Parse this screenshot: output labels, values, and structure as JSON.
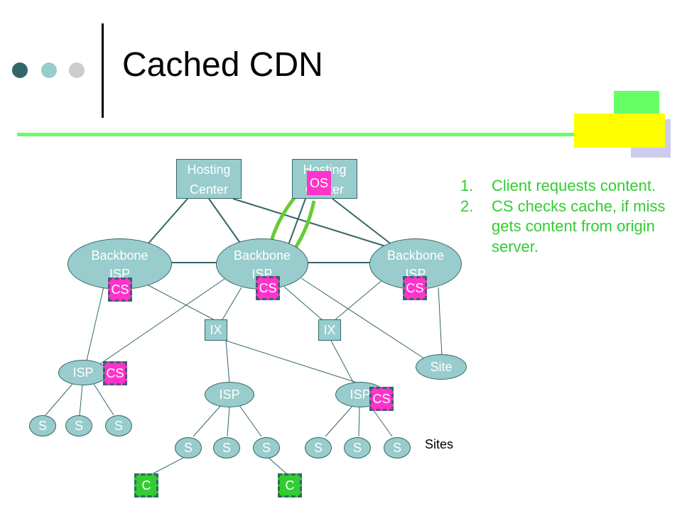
{
  "title": "Cached CDN",
  "colors": {
    "dot1": "#336666",
    "dot2": "#99cccc",
    "dot3": "#cccccc",
    "rule": "#66ff66",
    "node_fill": "#99cccc",
    "node_border": "#336666",
    "cache_server": "#ff33cc",
    "client": "#33cc33",
    "arrow": "#66cc33",
    "square_green": "#66ff66",
    "square_yellow": "#ffff00",
    "square_lavender": "#ccccee"
  },
  "diagram": {
    "hosting_centers": [
      {
        "label_line1": "Hosting",
        "label_line2": "Center"
      },
      {
        "label_line1": "Hosting",
        "label_line2": "Center"
      }
    ],
    "origin_server": "OS",
    "backbones": [
      {
        "label_line1": "Backbone",
        "label_line2": "ISP"
      },
      {
        "label_line1": "Backbone",
        "label_line2": "ISP"
      },
      {
        "label_line1": "Backbone",
        "label_line2": "ISP"
      }
    ],
    "exchanges": [
      "IX",
      "IX"
    ],
    "isps": [
      "ISP",
      "ISP",
      "ISP"
    ],
    "site": "Site",
    "sites": [
      "S",
      "S",
      "S",
      "S",
      "S",
      "S",
      "S",
      "S",
      "S"
    ],
    "sites_label": "Sites",
    "cache_servers": [
      "CS",
      "CS",
      "CS",
      "CS",
      "CS"
    ],
    "clients": [
      "C",
      "C"
    ]
  },
  "steps": [
    {
      "num": "1.",
      "text": "Client requests content."
    },
    {
      "num": "2.",
      "text": "CS checks cache, if miss gets content from origin server."
    }
  ]
}
